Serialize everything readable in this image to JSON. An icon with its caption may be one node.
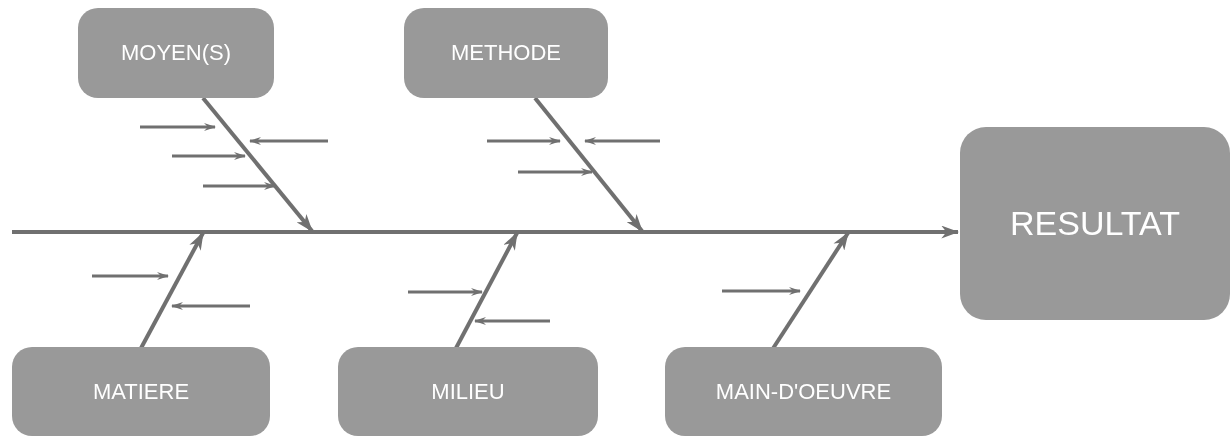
{
  "diagram": {
    "nodes": [
      {
        "text": [
          "MOYEN(S)"
        ]
      },
      {
        "text": [
          "METHODE"
        ]
      },
      {
        "text": [
          "RESULTAT"
        ]
      },
      {
        "text": [
          "MATIERE"
        ]
      },
      {
        "text": [
          "MILIEU"
        ]
      },
      {
        "text": [
          "MAIN-D'OEUVRE"
        ]
      }
    ],
    "edges": [
      {
        "from": null,
        "to": 2,
        "arrow": "to"
      },
      {
        "from": 0,
        "to": null,
        "arrow": "to"
      },
      {
        "from": 1,
        "to": null,
        "arrow": "to"
      },
      {
        "from": 3,
        "to": null,
        "arrow": "to"
      },
      {
        "from": 4,
        "to": null,
        "arrow": "to"
      },
      {
        "from": 5,
        "to": null,
        "arrow": "to"
      }
    ]
  }
}
